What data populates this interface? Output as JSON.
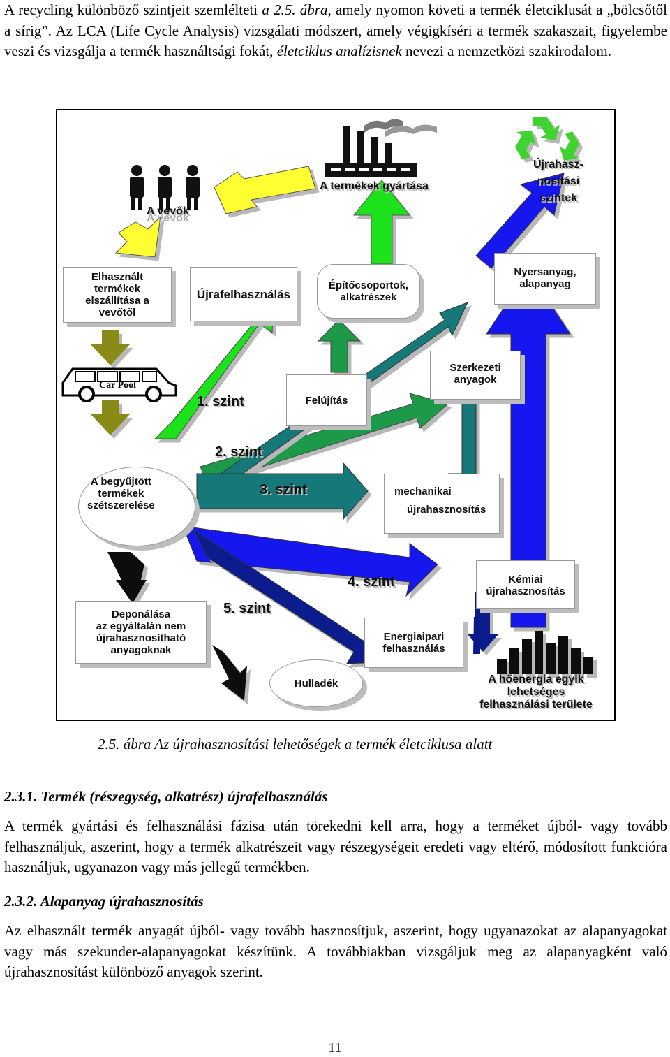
{
  "intro_paragraph": {
    "part1": "A recycling különböző szintjeit szemlélteti ",
    "figref": "a 2.5. ábra",
    "part2": ", amely nyomon követi a termék életciklusát a „bölcsőtől a sírig”. Az LCA (Life Cycle Analysis) vizsgálati módszert, amely végigkíséri a termék szakaszait, figyelembe veszi és vizsgálja a termék használtsági fokát, ",
    "term": "életciklus analízisnek",
    "part3": " nevezi a nemzetközi szakirodalom."
  },
  "diagram": {
    "labels": {
      "buyers": "A vevők",
      "buyers_shadow": "A vevők",
      "manufacturing": "A termékek gyártása",
      "recycling_levels": "Újrahasz-\nnosítási\nszintek",
      "used_transport": "Elhasznált\ntermékek\nelszállítása a\nvevőtől",
      "reuse": "Újrafelhasználás",
      "components": "Építőcsoportok,\nalkatrészek",
      "raw_material": "Nyersanyag,\nalapanyag",
      "structural": "Szerkezeti\nanyagok",
      "level1": "1. szint",
      "refurbish": "Felújítás",
      "level2": "2. szint",
      "disassembly": "A begyűjtött\ntermékek\nszétszerelése",
      "level3": "3. szint",
      "mechanical_1": "mechanikai",
      "mechanical_2": "újrahasznosítás",
      "level4": "4. szint",
      "chemical": "Kémiai\nújrahasznosítás",
      "landfill": "Deponálása\naz egyáltalán nem\nújrahasznosítható\nanyagoknak",
      "level5": "5. szint",
      "energy": "Energiaipari\nfelhasználás",
      "waste": "Hulladék",
      "heat_energy": "A hőenergia egyik\nlehetséges\nfelhasználási területe",
      "car_pool": "Car Pool"
    },
    "colors": {
      "yellow": "#ffff33",
      "green": "#1fe21f",
      "dark_green": "#1a9a4a",
      "blue": "#1515ee",
      "navy": "#0a1a8c",
      "teal": "#147878",
      "olive": "#8a8a14",
      "black": "#000000"
    },
    "icons": [
      "people-icon",
      "factory-icon",
      "recycle-icon",
      "car-icon",
      "city-skyline-icon"
    ]
  },
  "caption": "2.5. ábra Az újrahasznosítási lehetőségek a termék életciklusa alatt",
  "section1": {
    "title": "2.3.1. Termék (részegység, alkatrész) újrafelhasználás",
    "text": "A termék gyártási és felhasználási fázisa után törekedni kell arra, hogy a terméket újból- vagy tovább felhasználjuk, aszerint, hogy a termék alkatrészeit vagy részegységeit eredeti vagy eltérő, módosított funkcióra használjuk, ugyanazon vagy más jellegű termékben."
  },
  "section2": {
    "title": "2.3.2. Alapanyag újrahasznosítás",
    "text": "Az elhasznált termék anyagát újból- vagy tovább hasznosítjuk, aszerint, hogy ugyanazokat az alapanyagokat vagy más szekunder-alapanyagokat készítünk. A továbbiakban vizsgáljuk meg az alapanyagként való újrahasznosítást különböző anyagok szerint."
  },
  "page_number": "11"
}
